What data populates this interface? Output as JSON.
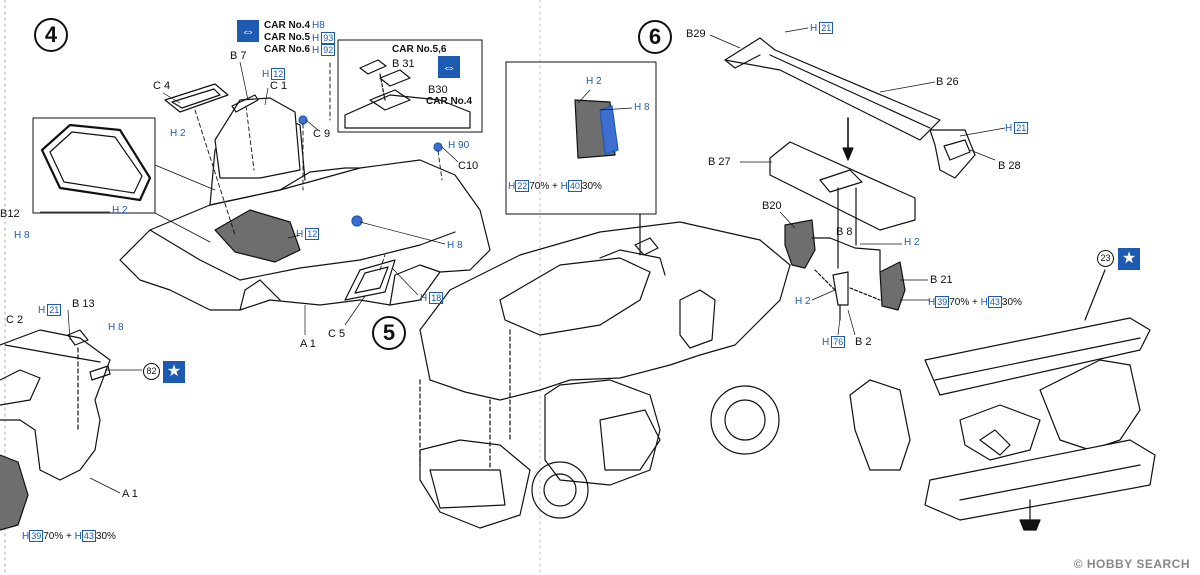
{
  "steps": {
    "s4": "4",
    "s5": "5",
    "s6": "6"
  },
  "car_variants": {
    "car4": "CAR No.4",
    "car4_h": "8",
    "car5": "CAR No.5",
    "car5_h": "93",
    "car6": "CAR No.6",
    "car6_h": "92",
    "inset_title": "CAR No.5,6",
    "inset_car4": "CAR No.4"
  },
  "parts": {
    "B7": "B 7",
    "C4": "C 4",
    "C1": "C 1",
    "C9": "C 9",
    "C10": "C10",
    "B31": "B 31",
    "B30": "B30",
    "B12": "B12",
    "B13": "B 13",
    "C2": "C 2",
    "A1a": "A 1",
    "A1b": "A 1",
    "C5": "C 5",
    "B29": "B29",
    "B26": "B 26",
    "B27": "B 27",
    "B28": "B 28",
    "B20": "B20",
    "B8": "B 8",
    "B21": "B 21",
    "B2": "B 2"
  },
  "paints": {
    "h12_top": "12",
    "h2_c4": "2",
    "h2_inset": "2",
    "h12_cockpit": "12",
    "h8_side": "8",
    "h18": "18",
    "h90": "90",
    "h8_left": "8",
    "h21_b13": "21",
    "h8_b13": "8",
    "h2_s6": "2",
    "h8_s6": "8",
    "h21_top": "21",
    "h21_b28": "21",
    "h2_b8": "2",
    "h2_b2": "2",
    "h76": "76"
  },
  "mixes": {
    "mix_left": {
      "a": "39",
      "ap": "70%",
      "b": "43",
      "bp": "30%"
    },
    "mix_s6": {
      "a": "22",
      "ap": "70%",
      "b": "40",
      "bp": "30%"
    },
    "mix_right": {
      "a": "39",
      "ap": "70%",
      "b": "43",
      "bp": "30%"
    }
  },
  "h_prefix": "H",
  "plus": "+",
  "refs": {
    "r82": "82",
    "r23": "23"
  },
  "icons": {
    "star": "★",
    "swap": "⇔"
  },
  "watermark": "© HOBBY SEARCH",
  "colors": {
    "accent": "#1d5bb3",
    "dark_fill": "#6e6e6e",
    "line": "#111111"
  }
}
